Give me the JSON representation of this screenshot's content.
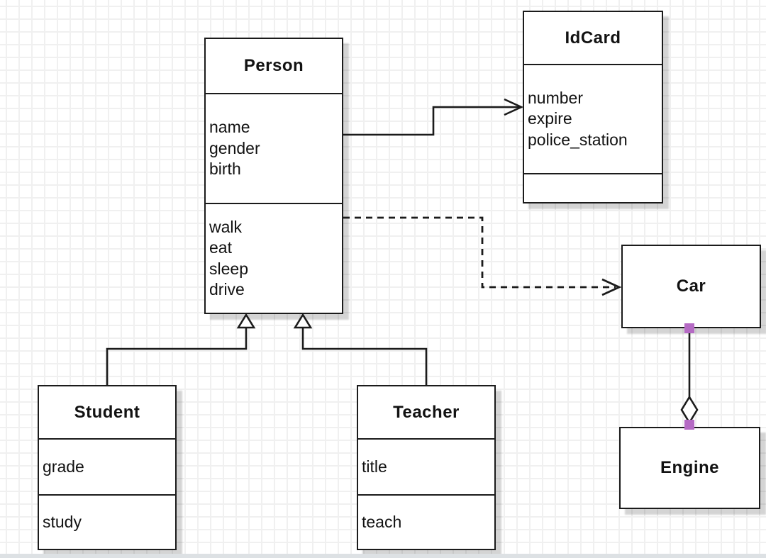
{
  "diagram": {
    "classes": {
      "person": {
        "name": "Person",
        "attributes": [
          "name",
          "gender",
          "birth"
        ],
        "methods": [
          "walk",
          "eat",
          "sleep",
          "drive"
        ]
      },
      "idcard": {
        "name": "IdCard",
        "attributes": [
          "number",
          "expire",
          "police_station"
        ],
        "methods": []
      },
      "car": {
        "name": "Car",
        "attributes": [],
        "methods": []
      },
      "engine": {
        "name": "Engine",
        "attributes": [],
        "methods": []
      },
      "student": {
        "name": "Student",
        "attributes": [
          "grade"
        ],
        "methods": [
          "study"
        ]
      },
      "teacher": {
        "name": "Teacher",
        "attributes": [
          "title"
        ],
        "methods": [
          "teach"
        ]
      }
    },
    "relationships": [
      {
        "from": "Person",
        "to": "IdCard",
        "type": "association",
        "line": "solid",
        "marker": "open-arrow"
      },
      {
        "from": "Person",
        "to": "Car",
        "type": "dependency",
        "line": "dashed",
        "marker": "open-arrow"
      },
      {
        "from": "Student",
        "to": "Person",
        "type": "generalization",
        "line": "solid",
        "marker": "hollow-triangle"
      },
      {
        "from": "Teacher",
        "to": "Person",
        "type": "generalization",
        "line": "solid",
        "marker": "hollow-triangle"
      },
      {
        "from": "Car",
        "to": "Engine",
        "type": "composition",
        "line": "solid",
        "marker": "hollow-diamond"
      }
    ],
    "colors": {
      "line": "#1b1b1b",
      "box_fill": "#ffffff",
      "endpoint_handle": "#b56ac4",
      "grid_line": "#f0f0f0",
      "background": "#ffffff"
    }
  }
}
